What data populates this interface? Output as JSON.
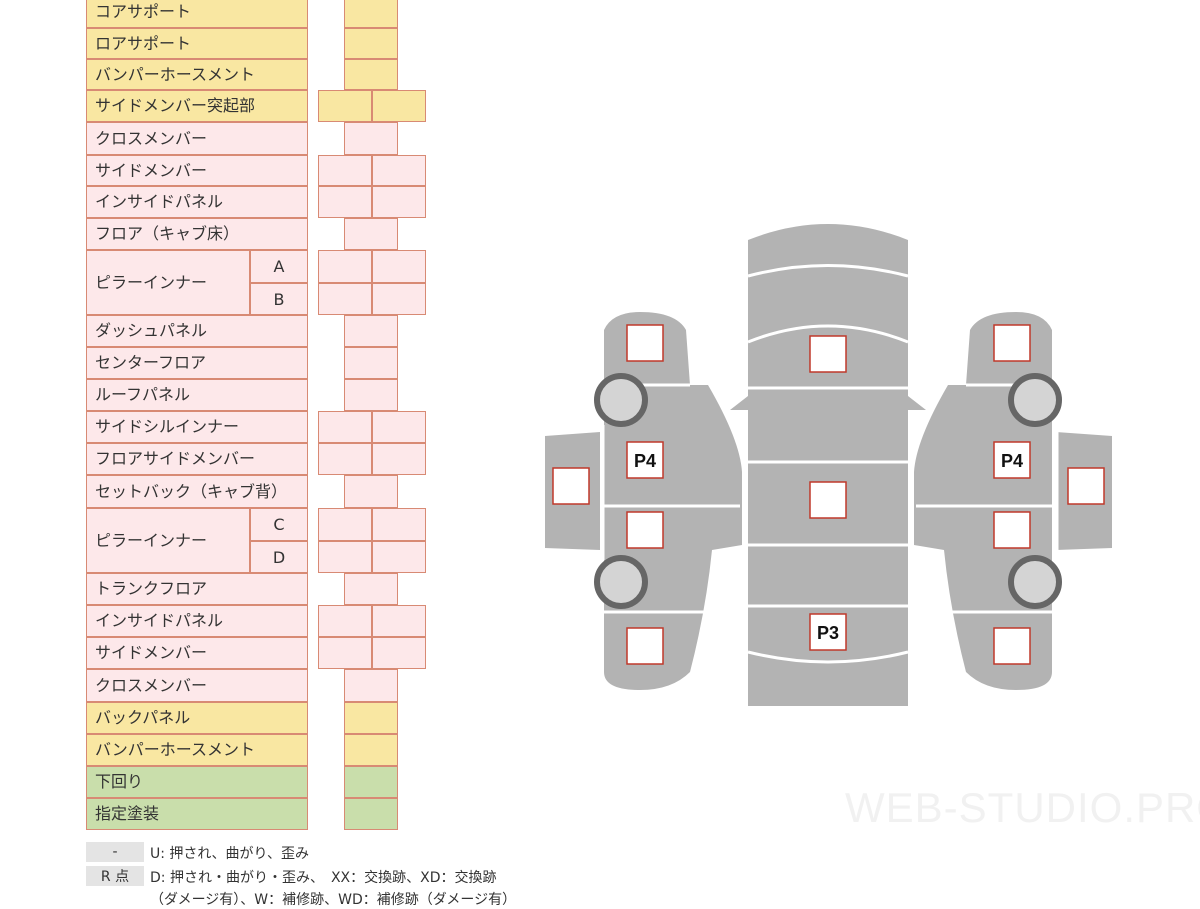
{
  "rows": {
    "r0": {
      "label": "コアサポート"
    },
    "r1": {
      "label": "ロアサポート"
    },
    "r2": {
      "label": "バンパーホースメント"
    },
    "r3": {
      "label": "サイドメンバー突起部"
    },
    "r4": {
      "label": "クロスメンバー"
    },
    "r5": {
      "label": "サイドメンバー"
    },
    "r6": {
      "label": "インサイドパネル"
    },
    "r7": {
      "label": "フロア（キャブ床）"
    },
    "r8": {
      "label": "ピラーインナー",
      "sub_a": "A",
      "sub_b": "B"
    },
    "r9": {
      "label": "ダッシュパネル"
    },
    "r10": {
      "label": "センターフロア"
    },
    "r11": {
      "label": "ルーフパネル"
    },
    "r12": {
      "label": "サイドシルインナー"
    },
    "r13": {
      "label": "フロアサイドメンバー"
    },
    "r14": {
      "label": "セットバック（キャブ背）"
    },
    "r15": {
      "label": "ピラーインナー",
      "sub_c": "C",
      "sub_d": "D"
    },
    "r16": {
      "label": "トランクフロア"
    },
    "r17": {
      "label": "インサイドパネル"
    },
    "r18": {
      "label": "サイドメンバー"
    },
    "r19": {
      "label": "クロスメンバー"
    },
    "r20": {
      "label": "バックパネル"
    },
    "r21": {
      "label": "バンパーホースメント"
    },
    "r22": {
      "label": "下回り"
    },
    "r23": {
      "label": "指定塗装"
    }
  },
  "legend": {
    "key1": "-",
    "text1": "U: 押され、曲がり、歪み",
    "key2": "R 点",
    "text2": "D: 押され・曲がり・歪み、　XX：交換跡、XD：交換跡",
    "text3": "（ダメージ有）、W：補修跡、WD：補修跡（ダメージ有）"
  },
  "diagram": {
    "label_p4_left": "P4",
    "label_p4_right": "P4",
    "label_p3": "P3"
  },
  "watermark": "WEB-STUDIO.PRO",
  "colors": {
    "front_section": "#f9e7a2",
    "middle_section": "#fde8ea",
    "bottom_section": "#c9deab",
    "border": "#d88a74",
    "car_body": "#b3b3b3",
    "marker_border": "#c0392b"
  }
}
